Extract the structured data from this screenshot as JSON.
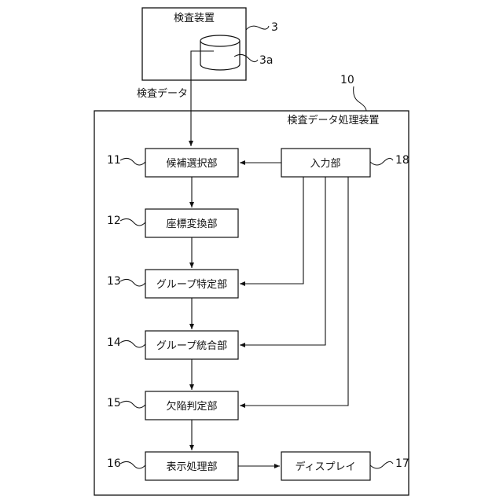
{
  "inspection_device": {
    "label": "検査装置",
    "ref": "3",
    "storage_ref": "3a"
  },
  "flow_label": "検査データ",
  "processing_device": {
    "label": "検査データ処理装置",
    "ref": "10"
  },
  "blocks": {
    "candidate_select": {
      "label": "候補選択部",
      "ref": "11"
    },
    "coord_transform": {
      "label": "座標変換部",
      "ref": "12"
    },
    "group_identify": {
      "label": "グループ特定部",
      "ref": "13"
    },
    "group_integrate": {
      "label": "グループ統合部",
      "ref": "14"
    },
    "defect_judge": {
      "label": "欠陥判定部",
      "ref": "15"
    },
    "display_process": {
      "label": "表示処理部",
      "ref": "16"
    },
    "display": {
      "label": "ディスプレイ",
      "ref": "17"
    },
    "input": {
      "label": "入力部",
      "ref": "18"
    }
  },
  "colors": {
    "ink": "#111111",
    "background": "#ffffff"
  }
}
